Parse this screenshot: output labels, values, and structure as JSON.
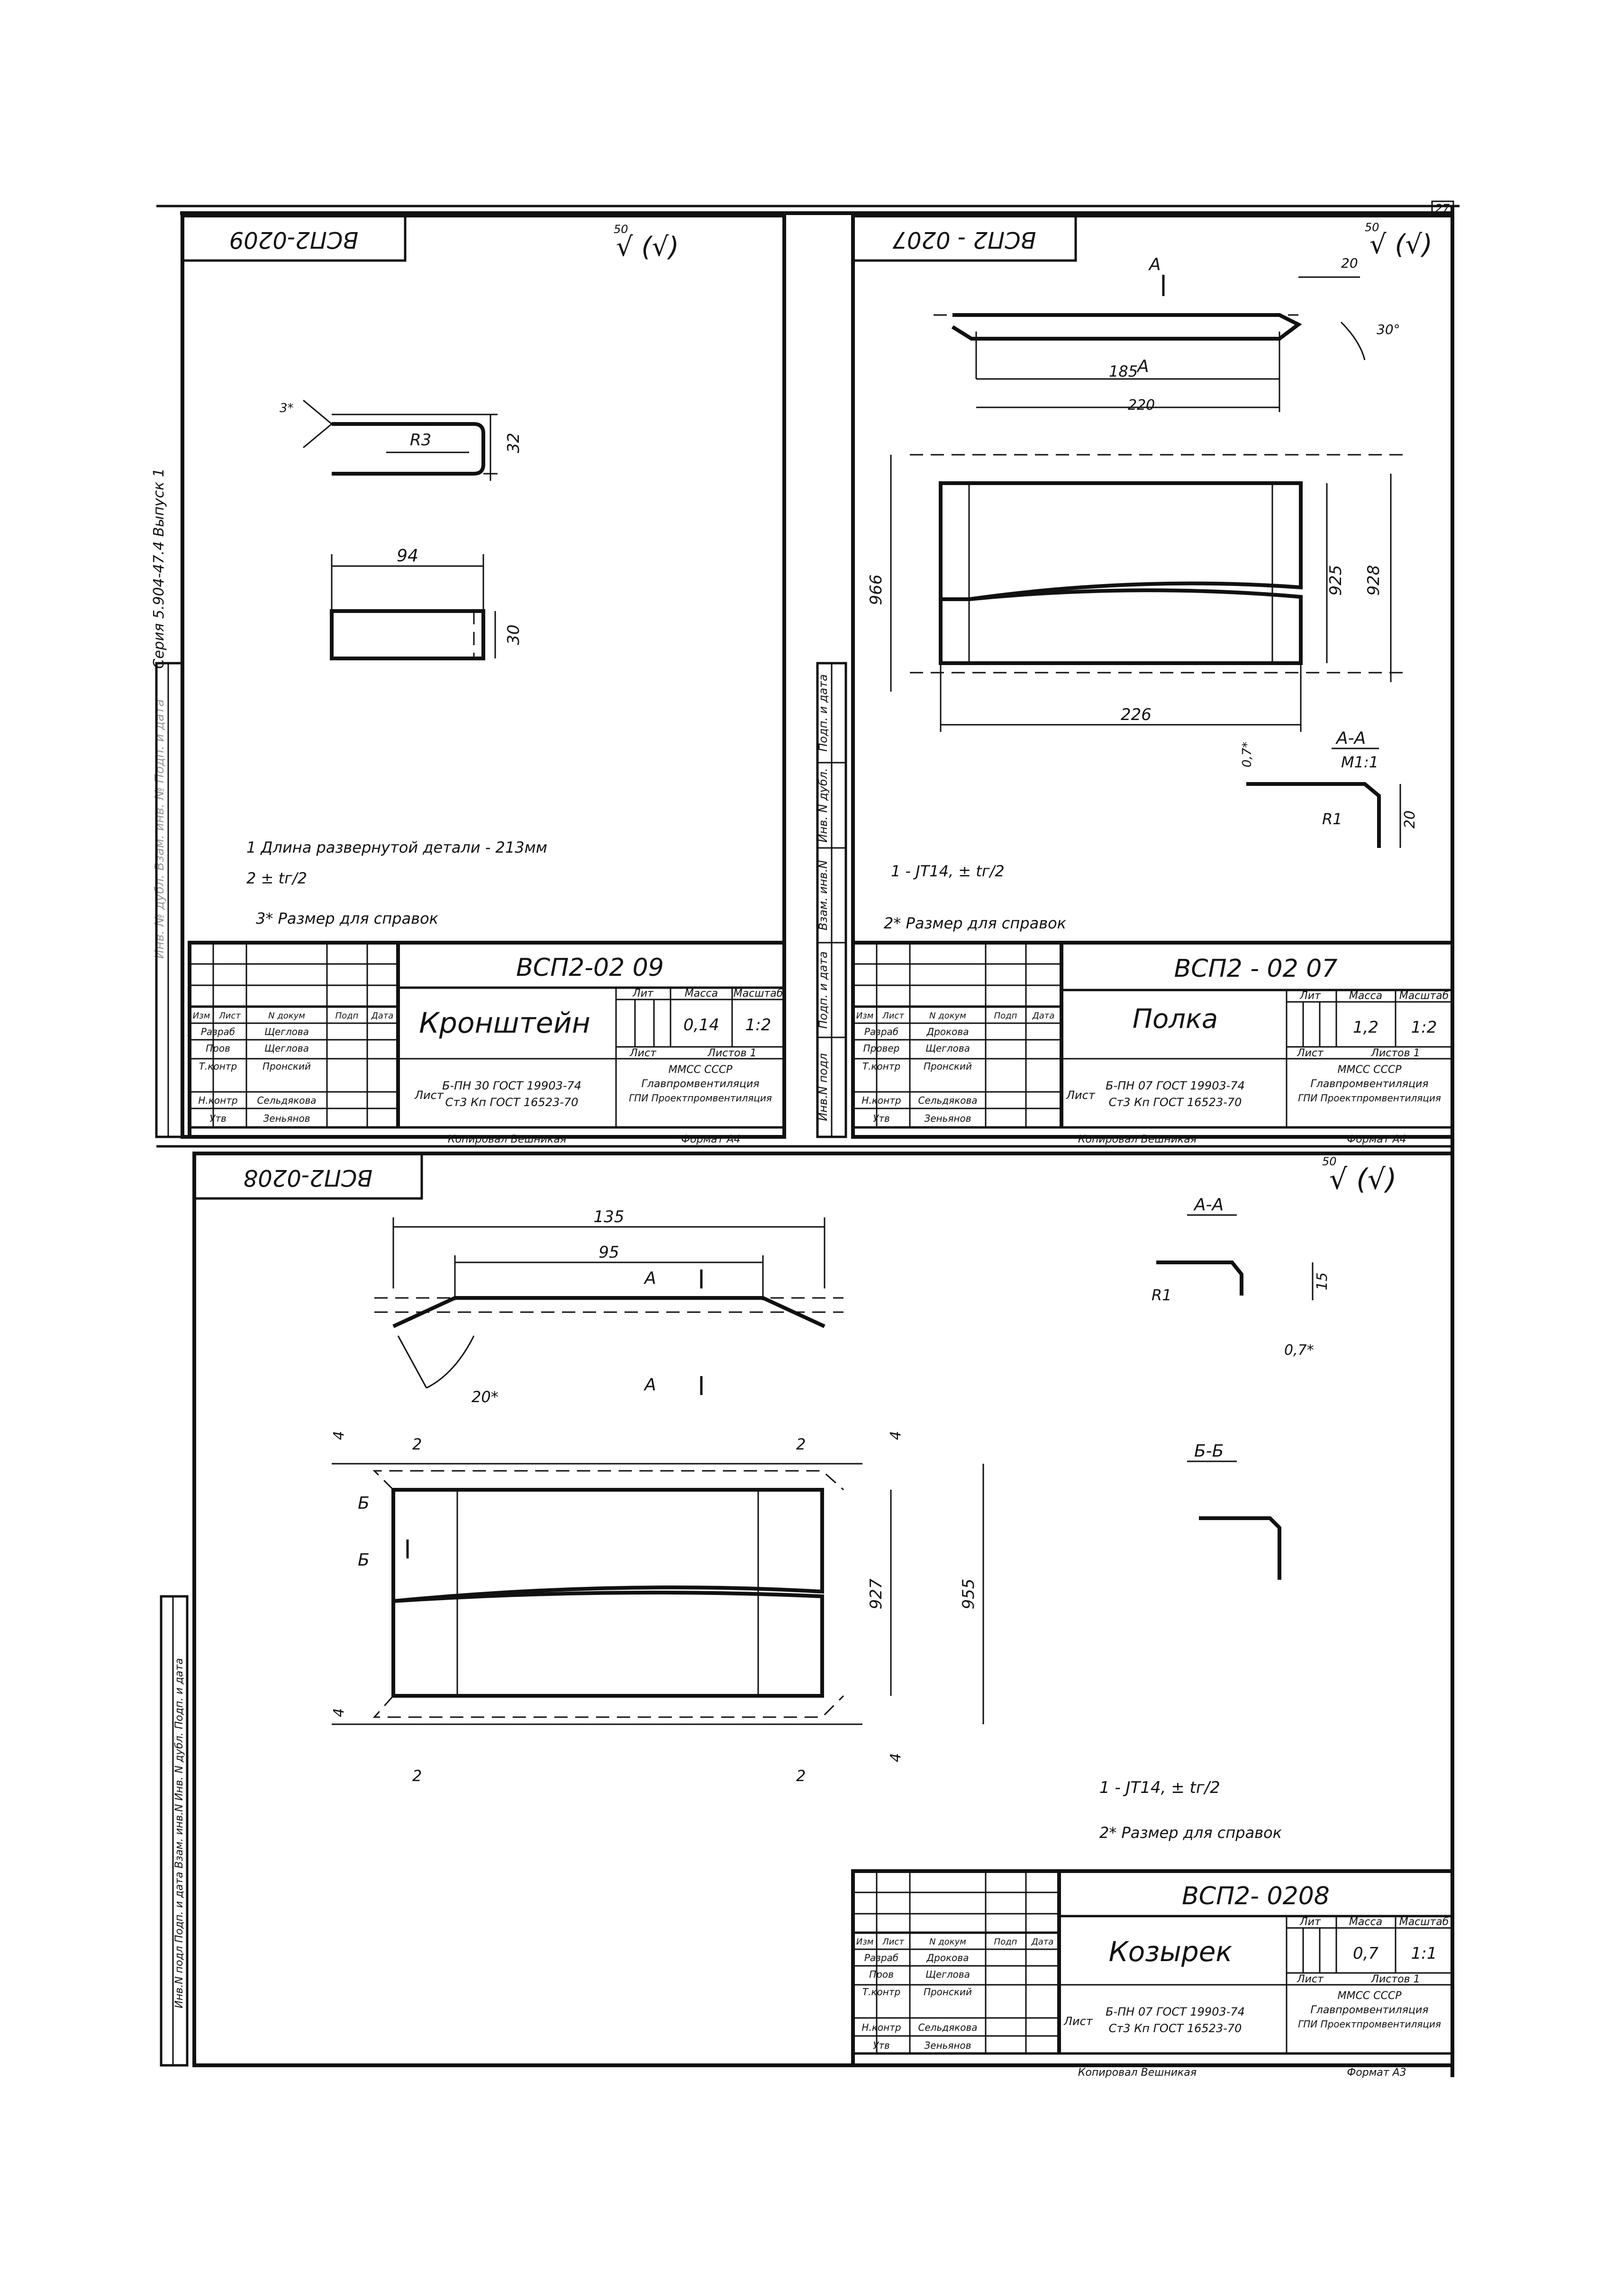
{
  "page_number": "27",
  "side_margin": {
    "series": "Серия 5.904-47.4 Выпуск 1",
    "faded_stamp": "Инв. № дубл. Взам. инв. № Подп. и дата"
  },
  "stamp_labels": {
    "inv_podl": "Инв.N подл",
    "podp_data": "Подп. и дата",
    "vzam_inv": "Взам. инв.N",
    "inv_dubl": "Инв. N дубл.",
    "podp_data2": "Подп. и дата",
    "bottom_left_stamp": "Инв.N подл  Подп. и дата  Взам. инв.N  Инв. N дубл.  Подп. и дата"
  },
  "sheets": [
    {
      "id": "vsp2-0209",
      "code": "ВСП2-02 09",
      "code_mirrored": "ВСП2-0209",
      "title": "Кронштейн",
      "roughness": "50",
      "roughness_symbol": "√ (√)",
      "dims": {
        "r3": "R3",
        "h32": "32",
        "w94": "94",
        "h30": "30",
        "star3": "3*"
      },
      "notes": [
        "1 Длина развернутой детали - 213мм",
        "2 ± tг/2",
        "3* Размер для справок"
      ],
      "title_block": {
        "lit_label": "Лит",
        "massa_label": "Масса",
        "masshtab_label": "Масштаб",
        "massa": "0,14",
        "masshtab": "1:2",
        "list_label": "Лист",
        "listov_label": "Листов 1",
        "header_cols": [
          "Изм",
          "Лист",
          "N докум",
          "Подп",
          "Дата"
        ],
        "rows": [
          [
            "Разраб",
            "Щеглова"
          ],
          [
            "Пров",
            "Щеглова"
          ],
          [
            "Т.контр",
            "Пронский"
          ],
          [],
          [
            "Н.контр",
            "Сельдякова"
          ],
          [
            "Утв",
            "Зеньянов"
          ]
        ],
        "material_line1": "Б-ПН 30 ГОСТ 19903-74",
        "material_line2": "Ст3 Кп ГОСТ 16523-70",
        "org_line1": "ММСС СССР",
        "org_line2": "Главпромвентиляция",
        "org_line3": "ГПИ Проектпромвентиляция",
        "copied": "Копировал Вешникая",
        "format": "Формат А4"
      }
    },
    {
      "id": "vsp2-0207",
      "code": "ВСП2 - 02 07",
      "code_mirrored": "ВСП2 - 0207",
      "title": "Полка",
      "roughness": "50",
      "roughness_symbol": "√ (√)",
      "dims": {
        "d20": "20",
        "d30deg": "30°",
        "d185": "185",
        "d220": "220",
        "d966": "966",
        "d925": "925",
        "d928": "928",
        "d226": "226",
        "section_a": "А",
        "aa": "А-А",
        "aa_scale": "М1:1",
        "r1": "R1",
        "t07": "0,7*",
        "h20": "20"
      },
      "notes": [
        "1 - JT14, ± tг/2",
        "2* Размер для справок"
      ],
      "title_block": {
        "lit_label": "Лит",
        "massa_label": "Масса",
        "masshtab_label": "Масштаб",
        "massa": "1,2",
        "masshtab": "1:2",
        "list_label": "Лист",
        "listov_label": "Листов 1",
        "header_cols": [
          "Изм",
          "Лист",
          "N докум",
          "Подп",
          "Дата"
        ],
        "rows": [
          [
            "Разраб",
            "Дрокова"
          ],
          [
            "Провер",
            "Щеглова"
          ],
          [
            "Т.контр",
            "Пронский"
          ],
          [],
          [
            "Н.контр",
            "Сельдякова"
          ],
          [
            "Утв",
            "Зеньянов"
          ]
        ],
        "material_line1": "Б-ПН 07 ГОСТ 19903-74",
        "material_line2": "Ст3 Кп ГОСТ 16523-70",
        "org_line1": "ММСС СССР",
        "org_line2": "Главпромвентиляция",
        "org_line3": "ГПИ Проектпромвентиляция",
        "copied": "Копировал Вешникая",
        "format": "Формат А4"
      }
    },
    {
      "id": "vsp2-0208",
      "code": "ВСП2- 0208",
      "code_mirrored": "ВСП2-0208",
      "title": "Козырек",
      "roughness": "50",
      "roughness_symbol": "√ (√)",
      "dims": {
        "d135": "135",
        "d95": "95",
        "d20": "20*",
        "aa": "А-А",
        "bb": "Б-Б",
        "r1": "R1",
        "h15": "15",
        "t07": "0,7*",
        "d927": "927",
        "d955": "955",
        "d2": "2",
        "d4": "4",
        "sec_a": "А",
        "sec_b": "Б"
      },
      "notes": [
        "1 - JT14, ± tг/2",
        "2* Размер для справок"
      ],
      "title_block": {
        "lit_label": "Лит",
        "massa_label": "Масса",
        "masshtab_label": "Масштаб",
        "massa": "0,7",
        "masshtab": "1:1",
        "list_label": "Лист",
        "listov_label": "Листов 1",
        "header_cols": [
          "Изм",
          "Лист",
          "N докум",
          "Подп",
          "Дата"
        ],
        "rows": [
          [
            "Разраб",
            "Дрокова"
          ],
          [
            "Пров",
            "Щеглова"
          ],
          [
            "Т.контр",
            "Пронский"
          ],
          [],
          [
            "Н.контр",
            "Сельдякова"
          ],
          [
            "Утв",
            "Зеньянов"
          ]
        ],
        "material_line1": "Б-ПН 07 ГОСТ 19903-74",
        "material_line2": "Ст3 Кп ГОСТ 16523-70",
        "org_line1": "ММСС СССР",
        "org_line2": "Главпромвентиляция",
        "org_line3": "ГПИ Проектпромвентиляция",
        "copied": "Копировал Вешникая",
        "format": "Формат А3"
      }
    }
  ]
}
